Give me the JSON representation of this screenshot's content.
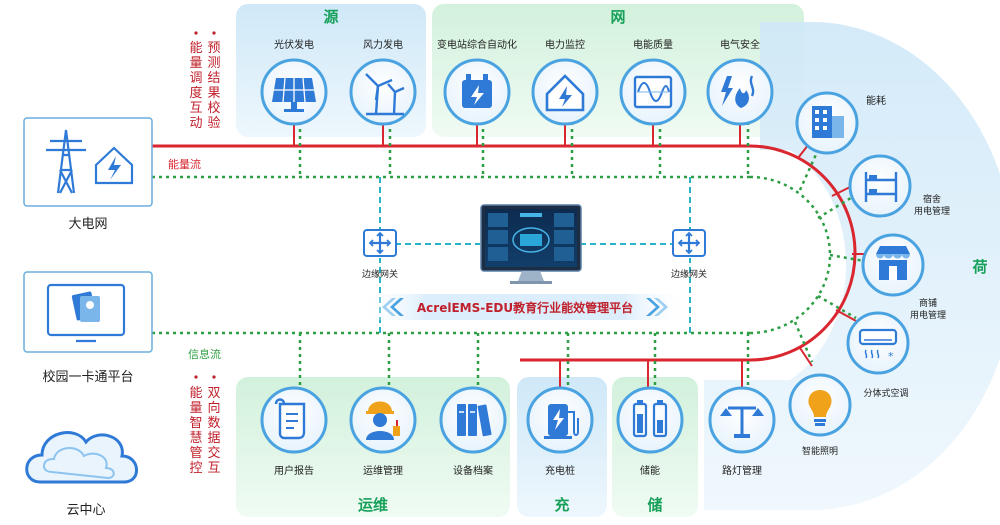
{
  "title": "AcrelEMS-EDU教育行业能效管理平台",
  "groups": {
    "source": "源",
    "grid": "网",
    "ops": "运维",
    "charge": "充",
    "storage": "储",
    "load": "荷"
  },
  "source_items": [
    "光伏发电",
    "风力发电"
  ],
  "grid_items": [
    "变电站综合自动化",
    "电力监控",
    "电能质量",
    "电气安全"
  ],
  "ops_items": [
    "用户报告",
    "运维管理",
    "设备档案"
  ],
  "charge_item": "充电桩",
  "storage_item": "储能",
  "streetlight_item": "路灯管理",
  "load_items": [
    "能耗",
    "宿舍\n用电管理",
    "商铺\n用电管理",
    "分体式空调",
    "智能照明"
  ],
  "left_nodes": [
    "大电网",
    "校园一卡通平台",
    "云中心"
  ],
  "gateways": [
    "边缘网关",
    "边缘网关"
  ],
  "flows": {
    "energy": "能量流",
    "info": "信息流"
  },
  "notes": {
    "top": [
      "能量调度互动",
      "预测结果校验"
    ],
    "bottom": [
      "能量智慧管控",
      "双向数据交互"
    ]
  },
  "colors": {
    "energy_line": "#d9262f",
    "info_line": "#2e9e44",
    "gateway_line": "#2ab3c8",
    "icon_blue": "#2f7ad6",
    "panel_blue": "#dff0fb",
    "panel_green": "#e6f7ea",
    "title_red": "#c0202b",
    "group_label": "#17a05a"
  },
  "icons": {
    "source": [
      "solar-panel-icon",
      "wind-turbine-icon"
    ],
    "grid": [
      "substation-icon",
      "power-monitor-icon",
      "power-quality-icon",
      "electrical-safety-icon"
    ],
    "ops": [
      "user-report-icon",
      "maintenance-worker-icon",
      "equipment-archive-icon"
    ],
    "charge": "charging-pile-icon",
    "storage": "battery-icon",
    "streetlight": "streetlight-icon",
    "load": [
      "building-energy-icon",
      "dormitory-bed-icon",
      "shop-icon",
      "air-conditioner-icon",
      "light-bulb-icon"
    ],
    "left": [
      "power-tower-icon",
      "campus-card-monitor-icon",
      "cloud-icon"
    ],
    "gateway": "edge-gateway-icon",
    "platform": "platform-monitor-icon"
  }
}
